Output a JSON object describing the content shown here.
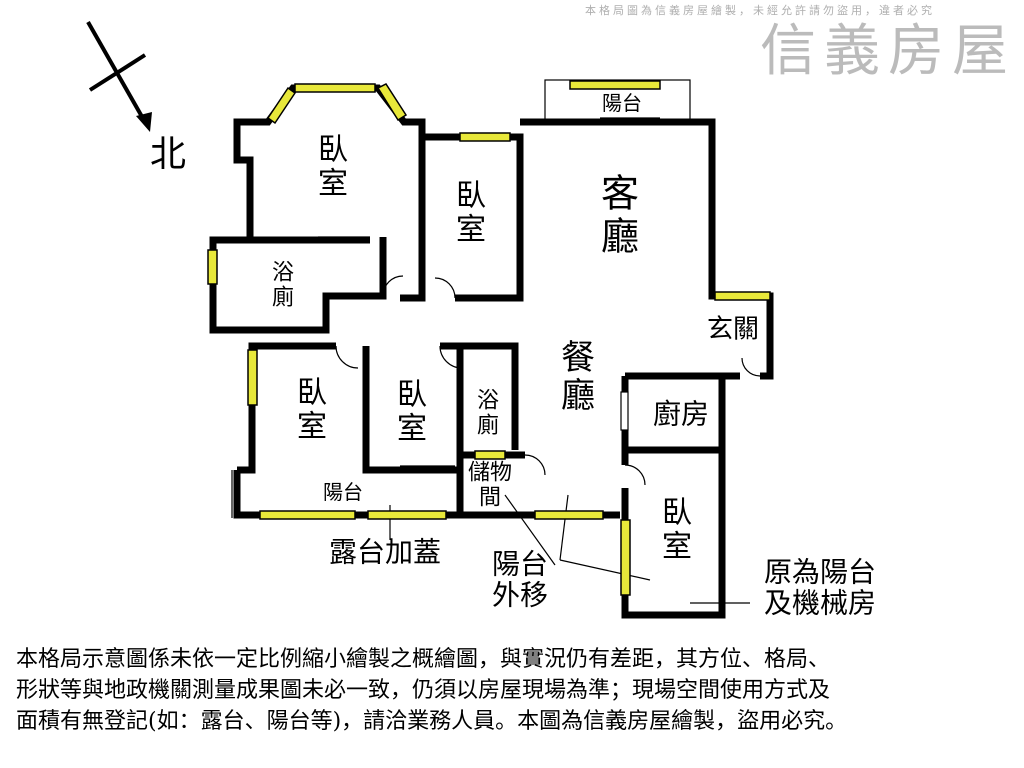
{
  "compass": {
    "label": "北"
  },
  "rooms": {
    "bedroom_top_left": [
      "臥",
      "室"
    ],
    "bedroom_top_mid": [
      "臥",
      "室"
    ],
    "living_room": [
      "客",
      "廳"
    ],
    "bath_left": [
      "浴",
      "廁"
    ],
    "entrance": [
      "玄關"
    ],
    "dining_room": [
      "餐",
      "廳"
    ],
    "bedroom_lower_left": [
      "臥",
      "室"
    ],
    "bedroom_lower_mid": [
      "臥",
      "室"
    ],
    "bath_mid": [
      "浴",
      "廁"
    ],
    "kitchen": [
      "廚房"
    ],
    "storage": [
      "儲物",
      "間"
    ],
    "balcony_top": [
      "陽台"
    ],
    "balcony_bottom": [
      "陽台"
    ],
    "bedroom_lower_right": [
      "臥",
      "室"
    ]
  },
  "annotations": {
    "terrace_cover": [
      "露台加蓋"
    ],
    "balcony_moved": [
      "陽台",
      "外移"
    ],
    "former_balcony": [
      "原為陽台",
      "及機械房"
    ]
  },
  "watermark": {
    "brand": "信義房屋",
    "notice": "本格局圖為信義房屋繪製，未經允許請勿盜用，違者必究"
  },
  "disclaimer": [
    "本格局示意圖係未依一定比例縮小繪製之概繪圖，與實況仍有差距，其方位、格局、",
    "形狀等與地政機關測量成果圖未必一致，仍須以房屋現場為準；現場空間使用方式及",
    "面積有無登記(如：露台、陽台等)，請洽業務人員。本圖為信義房屋繪製，盜用必究。"
  ],
  "colors": {
    "wall": "#000000",
    "window": "#e8e83a",
    "watermark": "#787878"
  }
}
